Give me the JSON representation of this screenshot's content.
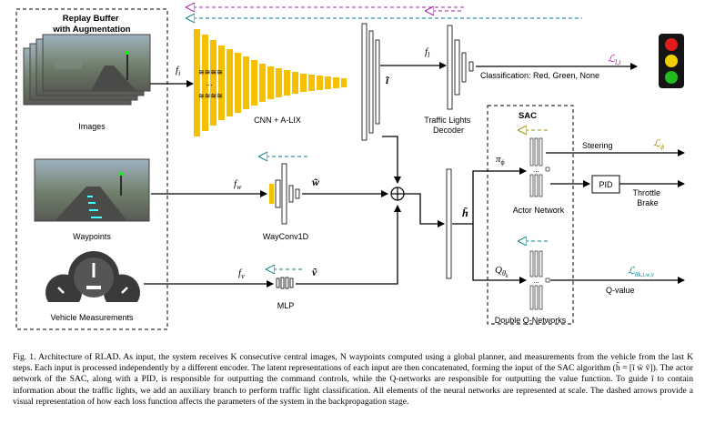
{
  "diagram": {
    "replay_buffer_title": "Replay Buffer\nwith Augmentation",
    "images_label": "Images",
    "waypoints_label": "Waypoints",
    "vehicle_measurements_label": "Vehicle Measurements",
    "cnn_label": "CNN + A-LIX",
    "wayconv_label": "WayConv1D",
    "mlp_label": "MLP",
    "tld_label": "Traffic Lights\nDecoder",
    "classification_label": "Classification: Red, Green, None",
    "sac_label": "SAC",
    "actor_label": "Actor Network",
    "qnet_label": "Double Q-Networks",
    "steering_label": "Steering",
    "pid_label": "PID",
    "throttle_brake_label": "Throttle\nBrake",
    "qvalue_label": "Q-value",
    "f_i": "f",
    "f_i_sub": "i",
    "f_w": "f",
    "f_w_sub": "w",
    "f_v": "f",
    "f_v_sub": "v",
    "f_l": "f",
    "f_l_sub": "l",
    "i_tilde": "ĩ",
    "w_tilde": "w̃",
    "v_tilde": "ṽ",
    "h_tilde": "h̃",
    "pi_phi": "π",
    "pi_sub": "ϕ",
    "q_theta": "Q",
    "q_sub": "θ",
    "q_subsub": "k",
    "loss_l": "ℒ",
    "loss_l_sub": "l,i",
    "loss_phi": "ℒ",
    "loss_phi_sub": "ϕ",
    "loss_theta": "ℒ",
    "loss_theta_sub": "θk,i,w,v",
    "colors": {
      "cnn_yellow": "#f5c000",
      "magenta": "#a020a0",
      "teal": "#008080",
      "olive": "#9a8f00",
      "blue": "#1f3fbf",
      "green": "#2e8b57",
      "traffic_red": "#e01b1b",
      "traffic_yellow": "#f0d000",
      "traffic_green": "#22bb22"
    }
  },
  "caption": {
    "text": "Fig. 1.  Architecture of RLAD. As input, the system receives K consecutive central images, N waypoints computed using a global planner, and measurements from the vehicle from the last K steps. Each input is processed independently by a different encoder. The latent representations of each input are then concatenated, forming the input of the SAC algorithm (h̃ = [ĩ  w̃  ṽ]). The actor network of the SAC, along with a PID, is responsible for outputting the command controls, while the Q-networks are responsible for outputting the value function. To guide ĩ to contain information about the traffic lights, we add an auxiliary branch to perform traffic light classification. All elements of the neural networks are represented at scale. The dashed arrows provide a visual representation of how each loss function affects the parameters of the system in the backpropagation stage."
  }
}
